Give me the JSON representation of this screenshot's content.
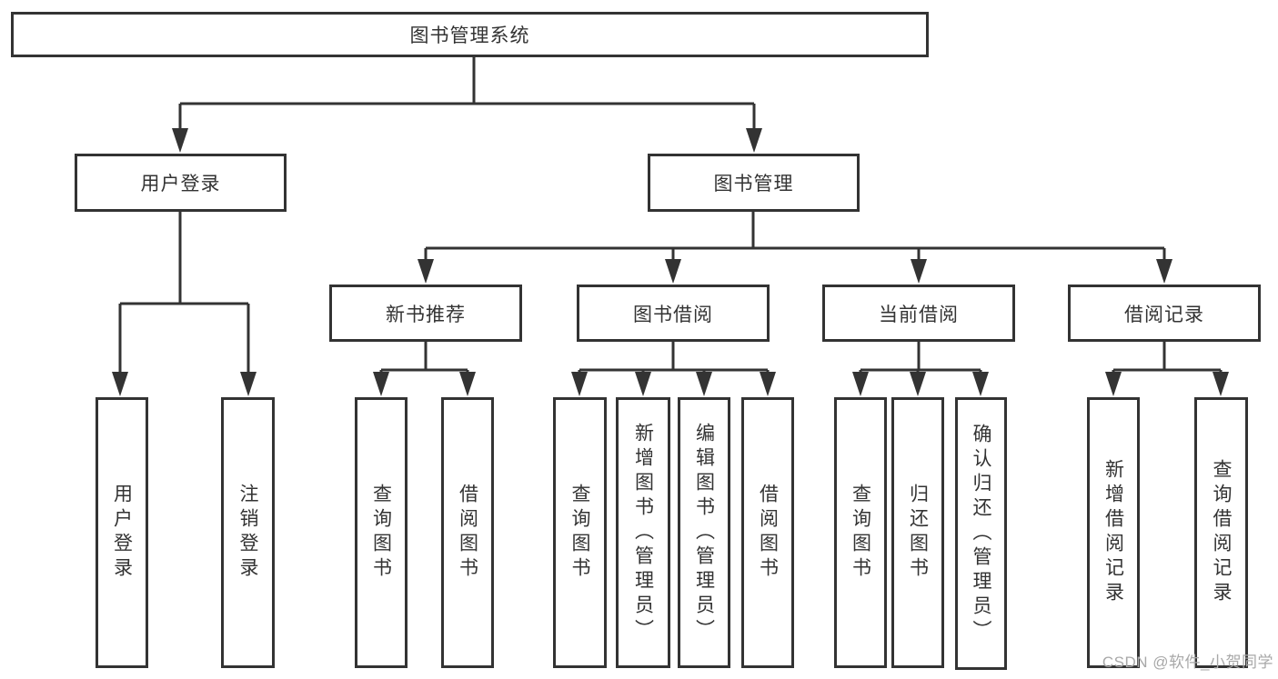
{
  "diagram": {
    "title": "图书管理系统",
    "root": {
      "label": "图书管理系统"
    },
    "level2": [
      {
        "label": "用户登录"
      },
      {
        "label": "图书管理"
      }
    ],
    "level3": [
      {
        "label": "新书推荐"
      },
      {
        "label": "图书借阅"
      },
      {
        "label": "当前借阅"
      },
      {
        "label": "借阅记录"
      }
    ],
    "level4": [
      {
        "label": "用户登录"
      },
      {
        "label": "注销登录"
      },
      {
        "label": "查询图书"
      },
      {
        "label": "借阅图书"
      },
      {
        "label": "查询图书"
      },
      {
        "label": "新增图书（管理员）"
      },
      {
        "label": "编辑图书（管理员）"
      },
      {
        "label": "借阅图书"
      },
      {
        "label": "查询图书"
      },
      {
        "label": "归还图书"
      },
      {
        "label": "确认归还（管理员）"
      },
      {
        "label": "新增借阅记录"
      },
      {
        "label": "查询借阅记录"
      }
    ]
  },
  "watermark": {
    "text": "CSDN @软件_小贺同学"
  },
  "colors": {
    "line": "#333333",
    "text": "#333333",
    "watermark": "#a8a8a8",
    "background": "#ffffff"
  }
}
